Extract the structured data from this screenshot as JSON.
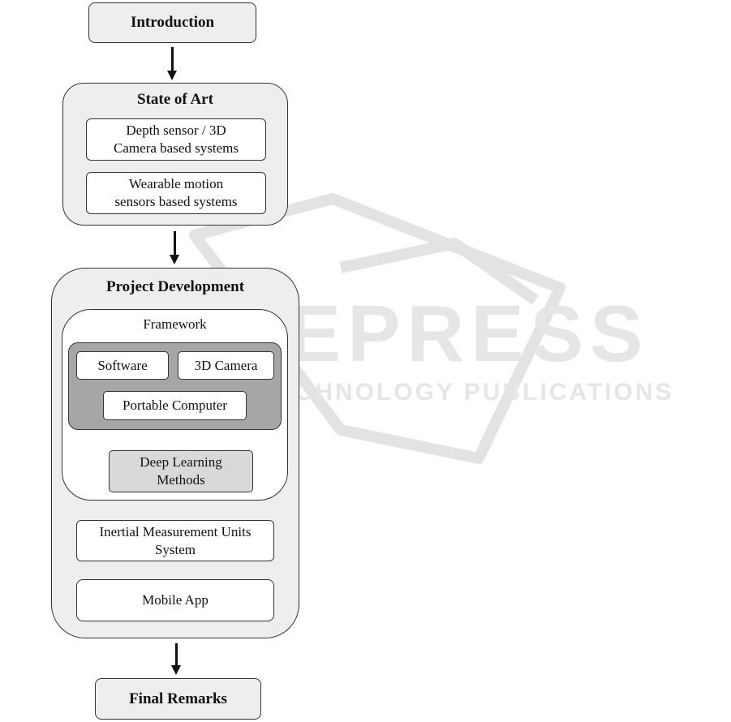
{
  "intro": "Introduction",
  "state_of_art": {
    "title": "State of Art",
    "items": [
      [
        "Depth sensor / 3D",
        "Camera based systems"
      ],
      [
        "Wearable motion",
        "sensors based systems"
      ]
    ]
  },
  "project": {
    "title": "Project Development",
    "framework": {
      "title": "Framework",
      "software": "Software",
      "camera": "3D Camera",
      "computer": "Portable Computer",
      "deep_learning": [
        "Deep Learning",
        "Methods"
      ]
    },
    "imu": [
      "Inertial Measurement Units",
      "System"
    ],
    "mobile_app": "Mobile App"
  },
  "final": "Final Remarks",
  "watermark": {
    "main": "SCITEPRESS",
    "sub": "SCIENCE AND TECHNOLOGY PUBLICATIONS"
  }
}
